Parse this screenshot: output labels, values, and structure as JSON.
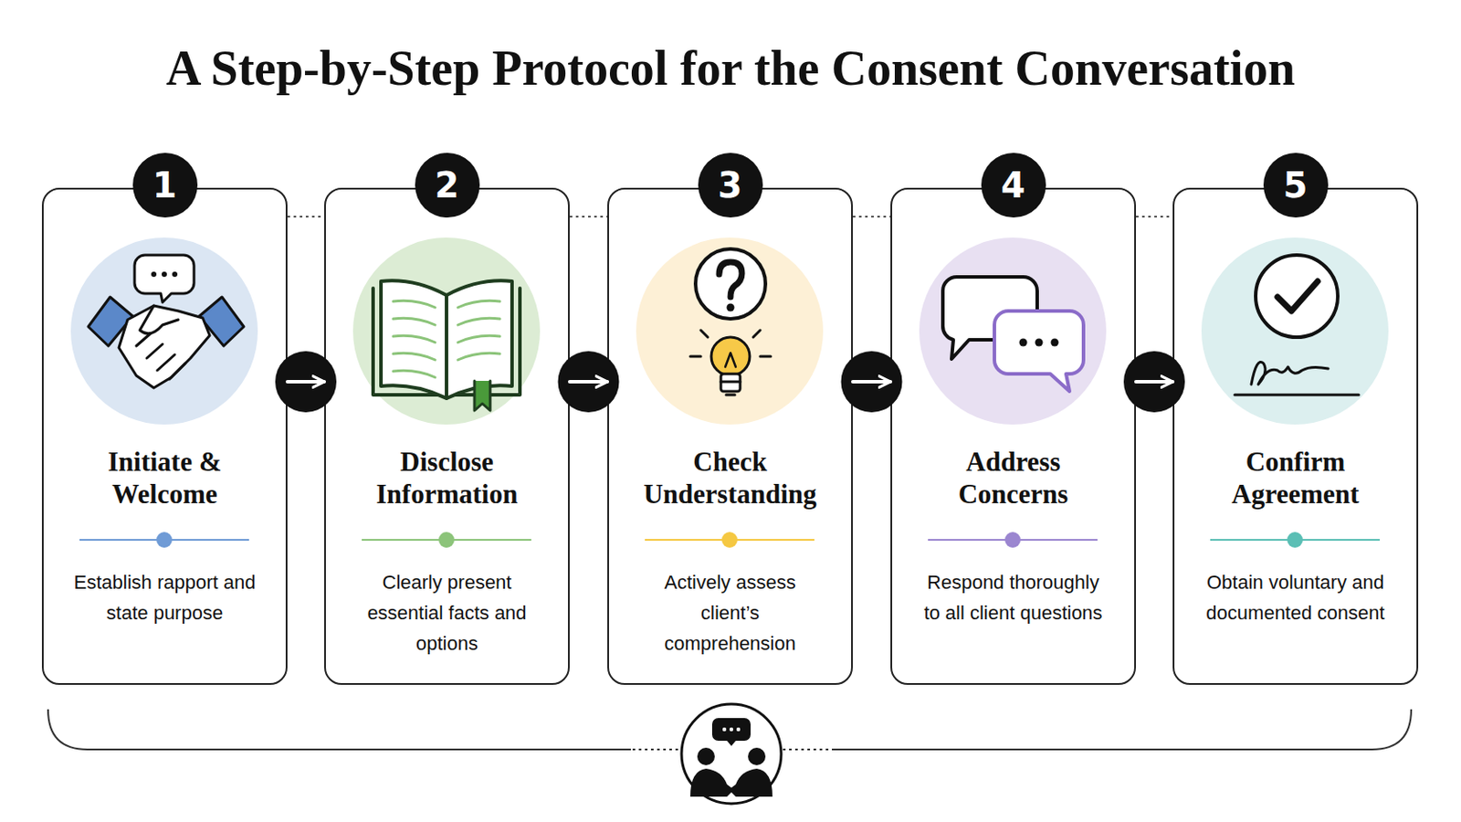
{
  "diagram": {
    "title": "A Step-by-Step Protocol for the Consent Conversation",
    "nodes": [
      {
        "text": [
          "1",
          "Initiate & Welcome",
          "Establish rapport and state purpose"
        ]
      },
      {
        "text": [
          "2",
          "Disclose Information",
          "Clearly present essential facts and options"
        ]
      },
      {
        "text": [
          "3",
          "Check Understanding",
          "Actively assess client’s comprehension"
        ]
      },
      {
        "text": [
          "4",
          "Address Concerns",
          "Respond thoroughly to all client questions"
        ]
      },
      {
        "text": [
          "5",
          "Confirm Agreement",
          "Obtain voluntary and documented consent"
        ]
      }
    ],
    "edges": [
      {
        "from": 0,
        "to": 1,
        "arrow": "to"
      },
      {
        "from": 1,
        "to": 2,
        "arrow": "to"
      },
      {
        "from": 2,
        "to": 3,
        "arrow": "to"
      },
      {
        "from": 3,
        "to": 4,
        "arrow": "to"
      }
    ]
  }
}
